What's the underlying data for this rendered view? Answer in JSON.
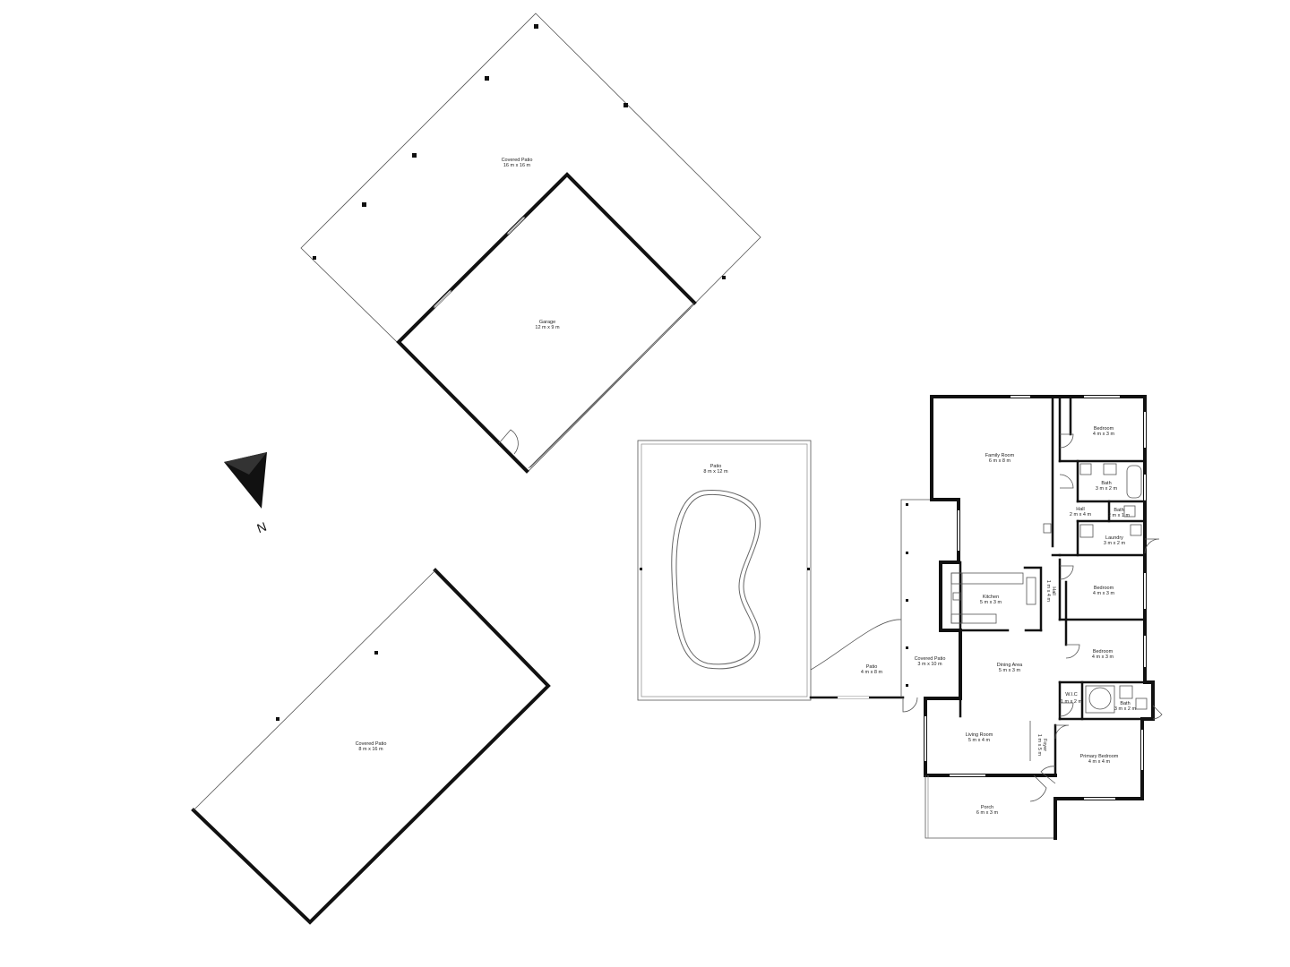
{
  "compass": {
    "label": "N"
  },
  "rooms": [
    {
      "id": "covered-patio-large",
      "name": "Covered Patio",
      "dims": "16 m x 16 m"
    },
    {
      "id": "garage",
      "name": "Garage",
      "dims": "12 m x 9 m"
    },
    {
      "id": "covered-patio-lower",
      "name": "Covered Patio",
      "dims": "8 m x 16 m"
    },
    {
      "id": "patio-pool",
      "name": "Patio",
      "dims": "8 m x 12 m"
    },
    {
      "id": "patio-small",
      "name": "Patio",
      "dims": "4 m x 8 m"
    },
    {
      "id": "covered-patio-side",
      "name": "Covered Patio",
      "dims": "3 m x 10 m"
    },
    {
      "id": "family-room",
      "name": "Family Room",
      "dims": "6 m x 8 m"
    },
    {
      "id": "kitchen",
      "name": "Kitchen",
      "dims": "5 m x 3 m"
    },
    {
      "id": "hall-kitchen",
      "name": "Hall",
      "dims": "1 m x 4 m"
    },
    {
      "id": "dining-area",
      "name": "Dining Area",
      "dims": "5 m x 3 m"
    },
    {
      "id": "living-room",
      "name": "Living Room",
      "dims": "5 m x 4 m"
    },
    {
      "id": "foyer",
      "name": "Foyer",
      "dims": "1 m x 5 m"
    },
    {
      "id": "porch",
      "name": "Porch",
      "dims": "6 m x 3 m"
    },
    {
      "id": "bedroom-1",
      "name": "Bedroom",
      "dims": "4 m x 3 m"
    },
    {
      "id": "bath-1",
      "name": "Bath",
      "dims": "3 m x 2 m"
    },
    {
      "id": "hall-main",
      "name": "Hall",
      "dims": "2 m x 4 m"
    },
    {
      "id": "bath-2",
      "name": "Bath",
      "dims": "2 m x 1 m"
    },
    {
      "id": "laundry",
      "name": "Laundry",
      "dims": "3 m x 2 m"
    },
    {
      "id": "bedroom-2",
      "name": "Bedroom",
      "dims": "4 m x 3 m"
    },
    {
      "id": "bedroom-3",
      "name": "Bedroom",
      "dims": "4 m x 3 m"
    },
    {
      "id": "wic",
      "name": "W.I.C",
      "dims": "1 m x 2 m"
    },
    {
      "id": "bath-3",
      "name": "Bath",
      "dims": "3 m x 2 m"
    },
    {
      "id": "primary-bedroom",
      "name": "Primary Bedroom",
      "dims": "4 m x 4 m"
    }
  ]
}
